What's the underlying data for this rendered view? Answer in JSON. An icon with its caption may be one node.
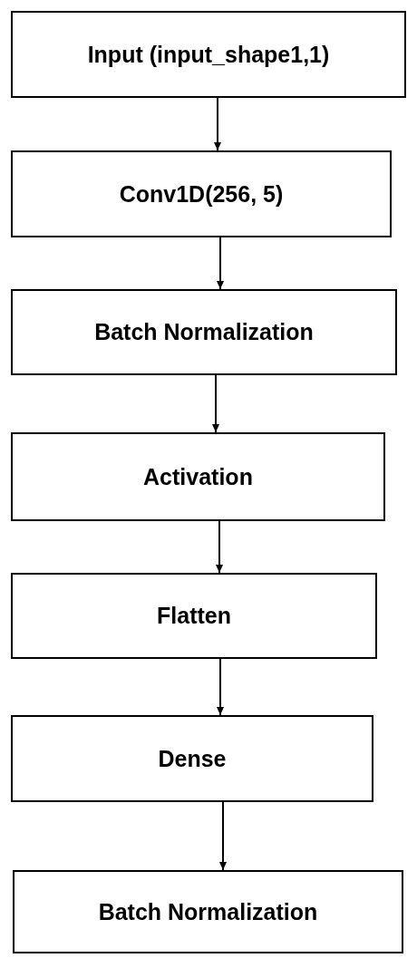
{
  "diagram": {
    "nodes": [
      {
        "text": [
          "Input (input_shape1,1)"
        ]
      },
      {
        "text": [
          "Conv1D(256, 5)"
        ]
      },
      {
        "text": [
          "Batch Normalization"
        ]
      },
      {
        "text": [
          "Activation"
        ]
      },
      {
        "text": [
          "Flatten"
        ]
      },
      {
        "text": [
          "Dense"
        ]
      },
      {
        "text": [
          "Batch Normalization"
        ]
      }
    ],
    "edges": [
      {
        "from": 0,
        "to": 1,
        "arrow": "to"
      },
      {
        "from": 1,
        "to": 2,
        "arrow": "to"
      },
      {
        "from": 2,
        "to": 3,
        "arrow": "to"
      },
      {
        "from": 3,
        "to": 4,
        "arrow": "to"
      },
      {
        "from": 4,
        "to": 5,
        "arrow": "to"
      },
      {
        "from": 5,
        "to": 6,
        "arrow": "to"
      }
    ]
  }
}
